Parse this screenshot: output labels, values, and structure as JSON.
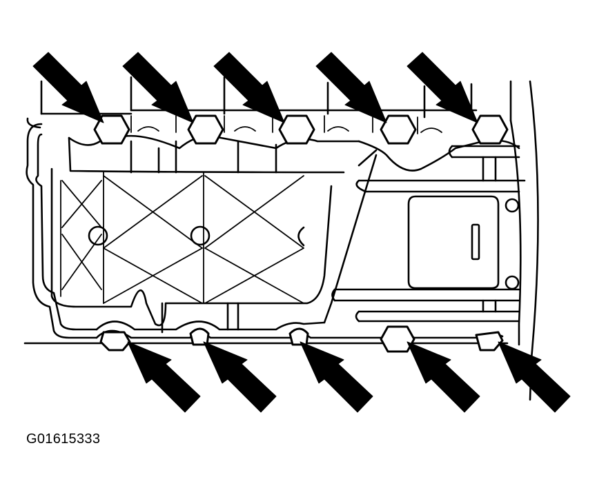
{
  "figure": {
    "code": "G01615333",
    "colors": {
      "ink": "#000000",
      "paper": "#ffffff"
    },
    "callouts": {
      "top_count": 5,
      "bottom_count": 5,
      "icon": "arrow-pointing-to-bolt"
    }
  }
}
